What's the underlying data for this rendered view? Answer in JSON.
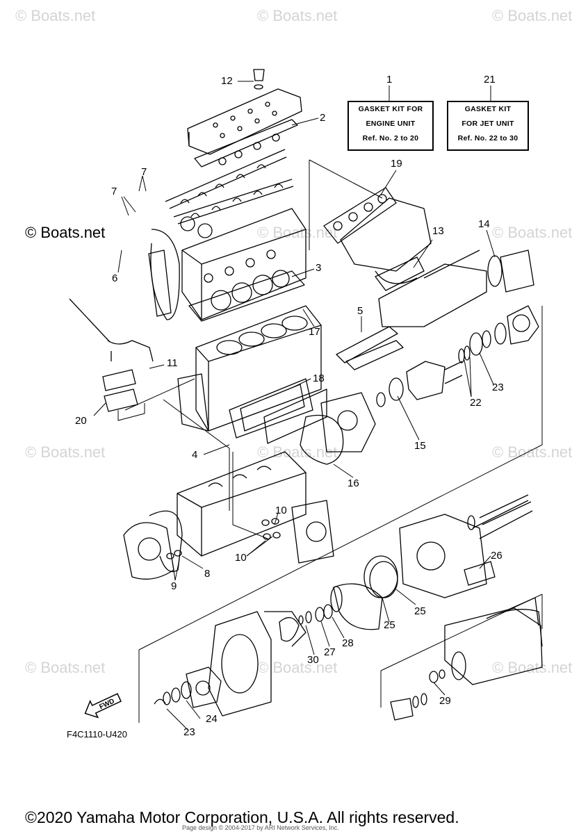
{
  "watermark_text": "© Boats.net",
  "side_watermark": "© Boats.net",
  "kits": [
    {
      "ref": "1",
      "line1": "GASKET KIT FOR",
      "line2": "ENGINE UNIT",
      "line3": "Ref. No. 2 to 20"
    },
    {
      "ref": "21",
      "line1": "GASKET KIT",
      "line2": "FOR JET UNIT",
      "line3": "Ref. No. 22 to 30"
    }
  ],
  "callouts": [
    "12",
    "2",
    "7",
    "7",
    "6",
    "19",
    "13",
    "14",
    "3",
    "17",
    "5",
    "11",
    "18",
    "20",
    "4",
    "15",
    "16",
    "23",
    "22",
    "10",
    "10",
    "8",
    "9",
    "26",
    "25",
    "25",
    "28",
    "27",
    "30",
    "24",
    "23",
    "29"
  ],
  "fwd_label": "FWD",
  "diagram_code": "F4C1110-U420",
  "copyright": "©2020 Yamaha Motor Corporation, U.S.A. All rights reserved.",
  "design_credit": "Page design © 2004-2017 by ARI Network Services, Inc.",
  "colors": {
    "ink": "#000000",
    "watermark": "#d4d4d4",
    "background": "#ffffff"
  }
}
